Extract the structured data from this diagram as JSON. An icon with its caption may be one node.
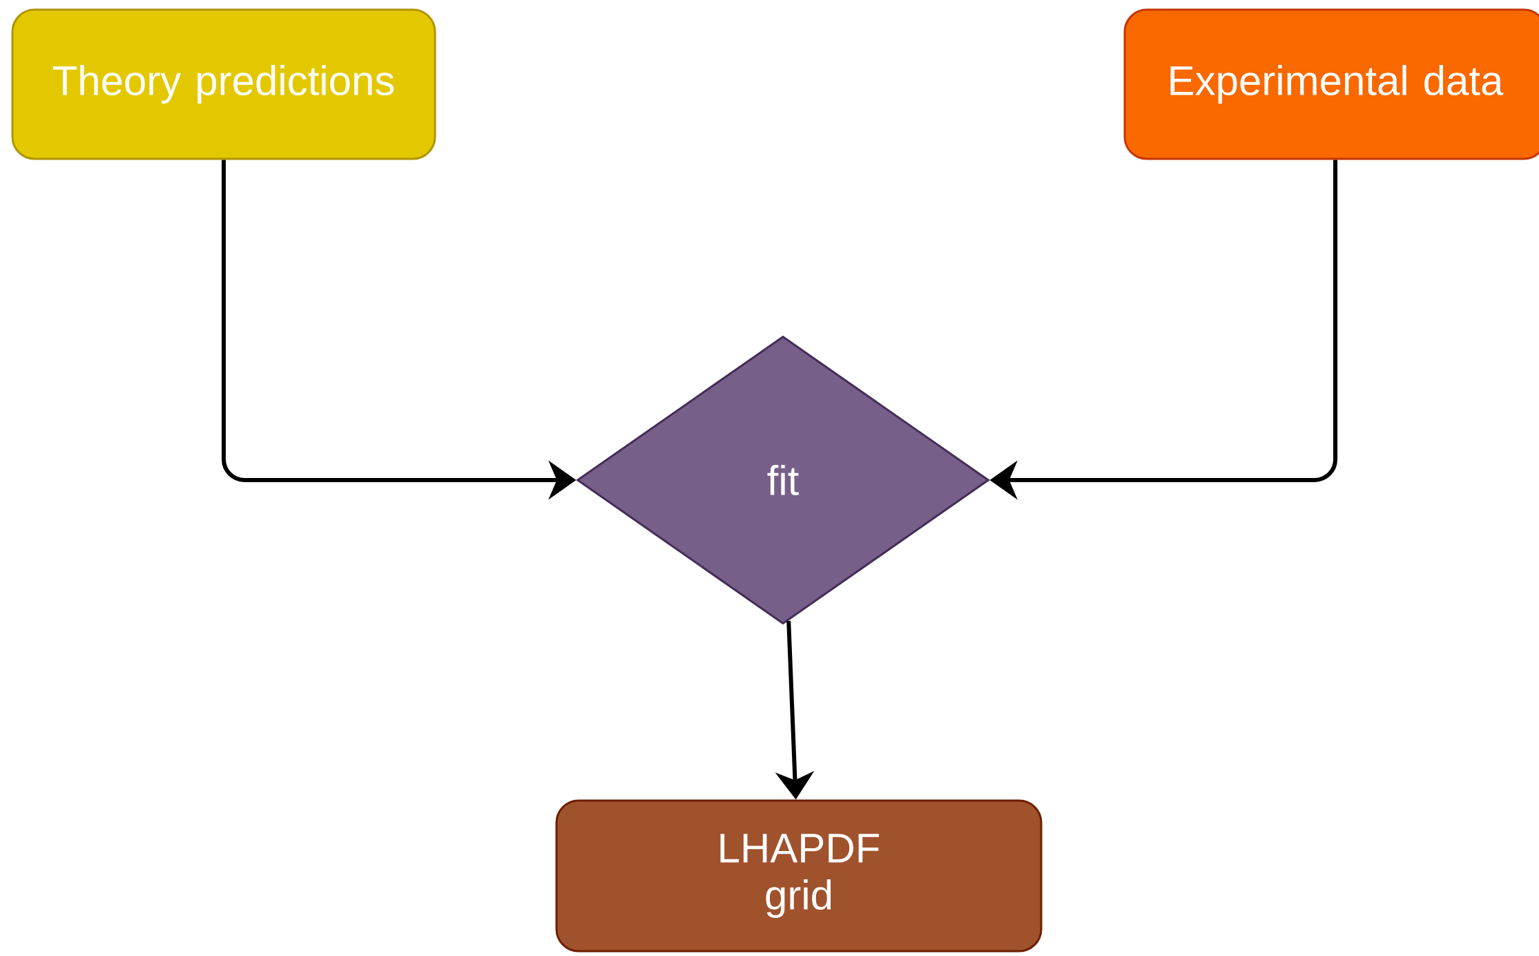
{
  "diagram": {
    "nodes": [
      {
        "text": [
          "Theory predictions"
        ]
      },
      {
        "text": [
          "Experimental data"
        ]
      },
      {
        "text": [
          "fit"
        ]
      },
      {
        "text": [
          "LHAPDF grid"
        ]
      }
    ],
    "edges": [
      {
        "from": 0,
        "to": 2,
        "arrow": "to"
      },
      {
        "from": 1,
        "to": 2,
        "arrow": "to"
      },
      {
        "from": 2,
        "to": 3,
        "arrow": "to"
      }
    ]
  }
}
